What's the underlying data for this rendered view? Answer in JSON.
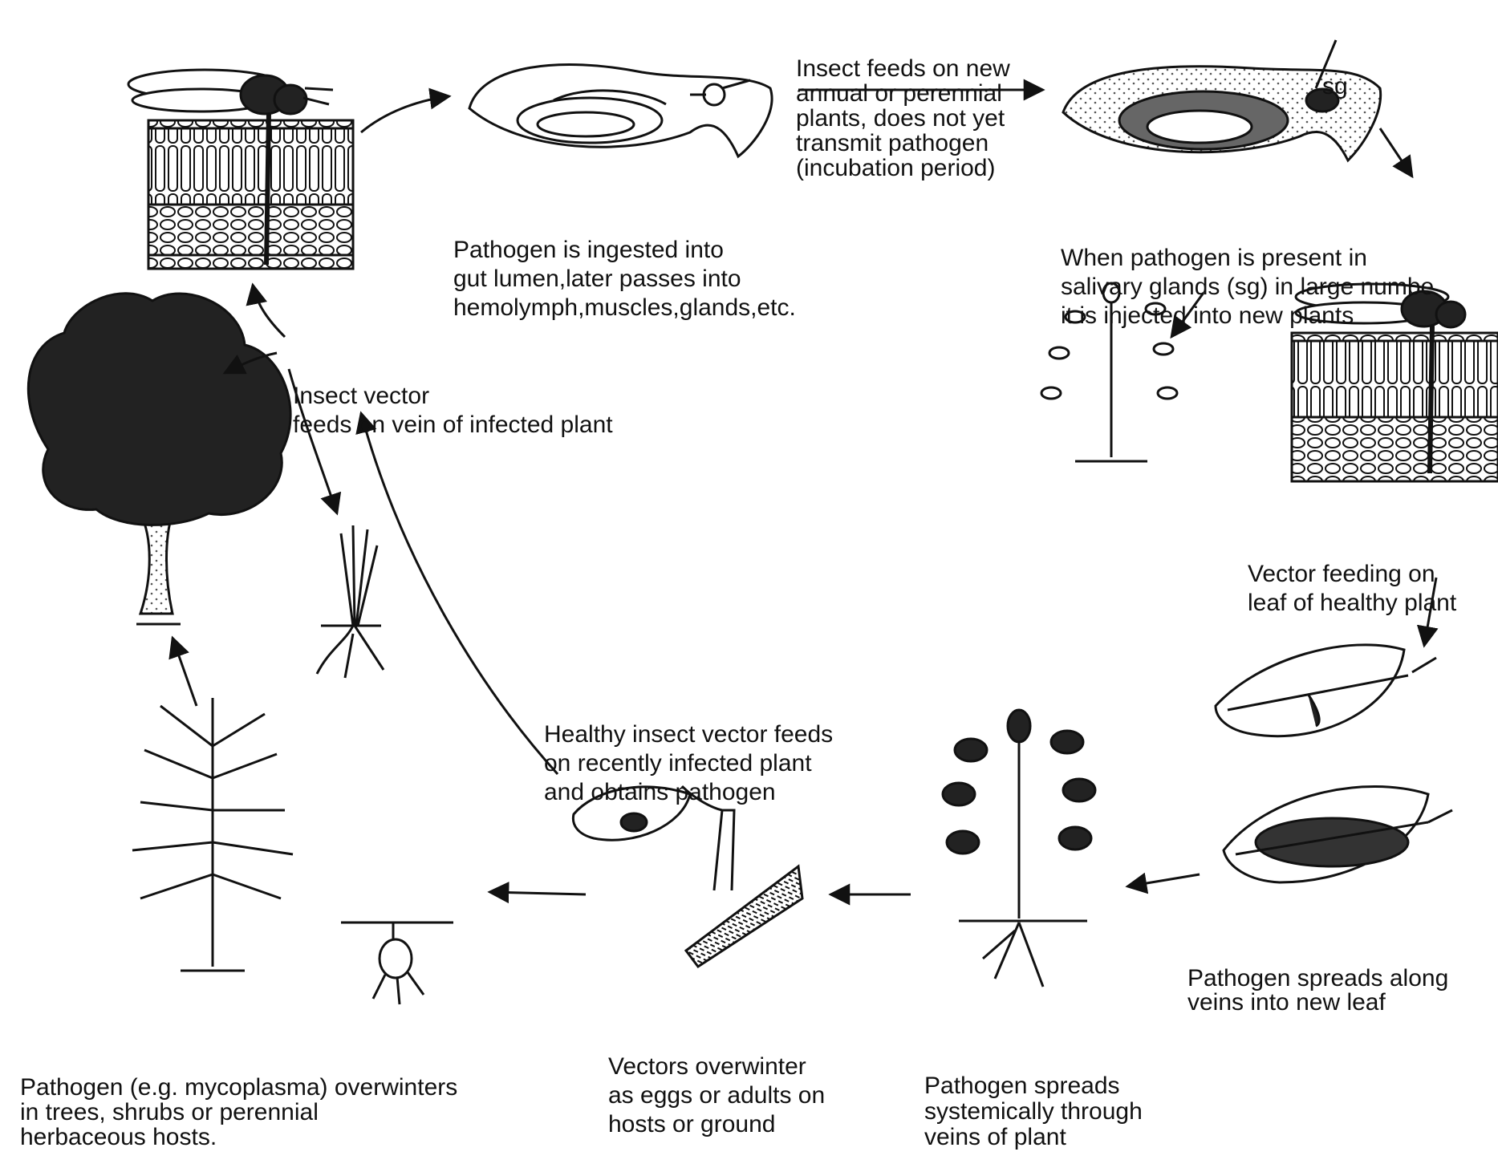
{
  "colors": {
    "ink": "#111111",
    "paper": "#ffffff",
    "stipple": "#777777"
  },
  "labels": {
    "ingested": [
      "Pathogen is ingested into",
      "gut lumen,later passes into",
      "hemolymph,muscles,glands,etc."
    ],
    "incubation": [
      "Insect feeds on new",
      "annual or perennial",
      "plants, does not yet",
      "transmit pathogen",
      "(incubation period)"
    ],
    "sg": "sg",
    "salivary": [
      "When pathogen is present in",
      "salivary glands (sg) in large numbe",
      "it is injected into new plants"
    ],
    "vector_vein": [
      "Insect vector",
      "feeds on vein of infected plant"
    ],
    "vector_healthy": [
      "Vector feeding on",
      "leaf of healthy plant"
    ],
    "healthy_insect": [
      "Healthy insect vector feeds",
      "on recently infected plant",
      "and obtains pathogen"
    ],
    "spreads_leaf": [
      "Pathogen spreads along",
      "veins into new leaf"
    ],
    "overwinter_vectors": [
      "Vectors overwinter",
      "as eggs or adults on",
      "hosts or ground"
    ],
    "spreads_systemic": [
      "Pathogen spreads",
      "systemically through",
      "veins of plant"
    ],
    "overwinter_pathogen": [
      "Pathogen (e.g. mycoplasma) overwinters",
      "in trees, shrubs or perennial",
      "herbaceous hosts."
    ]
  }
}
